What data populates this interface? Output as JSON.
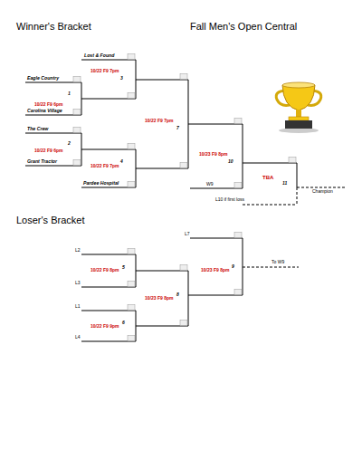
{
  "diagram": {
    "title": "Fall Men's Open Central",
    "labels": [
      "Winner's Bracket",
      "Lost & Found",
      "10/22 F9 7pm",
      "3",
      "Eagle Country",
      "1",
      "10/22 F9 6pm",
      "Carolina Village",
      "10/22 F9 7pm",
      "7",
      "The Crew",
      "2",
      "10/22 F9 6pm",
      "Grant Tractor",
      "4",
      "10/22 F9 7pm",
      "Pardee Hospital",
      "10/23 F9 8pm",
      "10",
      "W9",
      "TBA",
      "11",
      "L10 if first loss",
      "Champion",
      "Loser's Bracket",
      "L7",
      "L2",
      "5",
      "10/22 F9 8pm",
      "L3",
      "9",
      "10/23 F9 8pm",
      "To W9",
      "8",
      "10/23 F9 8pm",
      "L1",
      "6",
      "10/22 F9 9pm",
      "L4"
    ]
  }
}
